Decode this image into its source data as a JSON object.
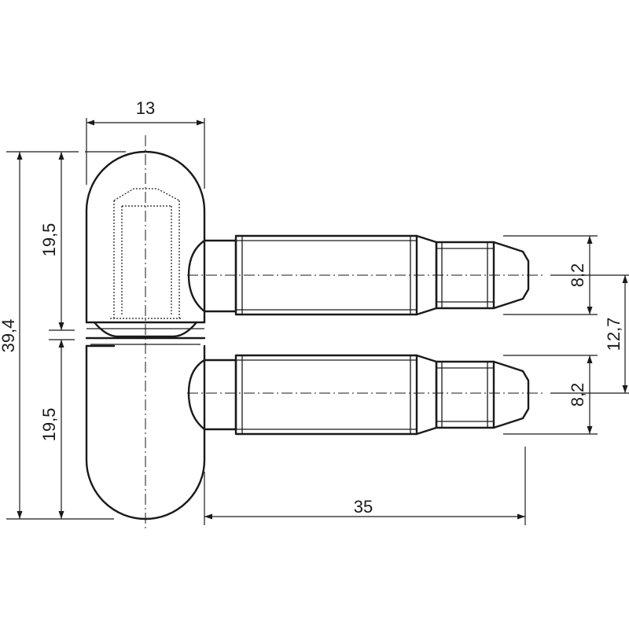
{
  "dimensions": {
    "width_top": "13",
    "height_total": "39,4",
    "height_upper": "19,5",
    "height_lower": "19,5",
    "thread_dia_upper": "8,2",
    "thread_dia_lower": "8,2",
    "pin_spacing": "12,7",
    "pin_length": "35"
  }
}
